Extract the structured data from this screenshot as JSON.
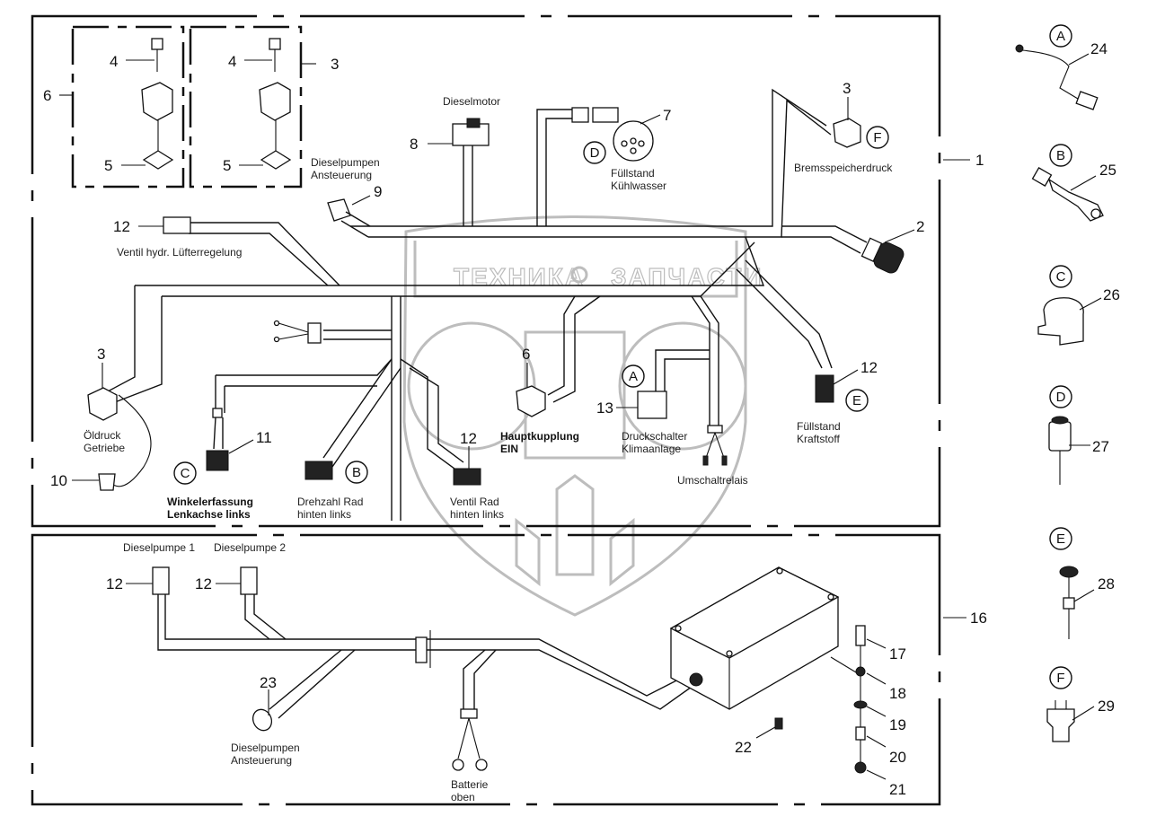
{
  "diagram": {
    "title": "Wiring harness diagram",
    "watermark": {
      "left": "ТЕХНИКА",
      "right": "ЗАПЧАСТИ",
      "logo": "ЭПФ"
    },
    "group_labels": {
      "main_harness": "1",
      "lower_harness": "16",
      "left_box": "6",
      "right_box": "3"
    },
    "callouts": {
      "c1": "1",
      "c2": "2",
      "c3_top": "3",
      "c3_brems": "3",
      "c3_oel": "3",
      "c4a": "4",
      "c4b": "4",
      "c5a": "5",
      "c5b": "5",
      "c6": "6",
      "c6_haupt": "6",
      "c7": "7",
      "c8": "8",
      "c9": "9",
      "c10": "10",
      "c11": "11",
      "c12_luefter": "12",
      "c12_ventil": "12",
      "c12_fuell": "12",
      "c12_dp1": "12",
      "c12_dp2": "12",
      "c13": "13",
      "c16": "16",
      "c17": "17",
      "c18": "18",
      "c19": "19",
      "c20": "20",
      "c21": "21",
      "c22": "22",
      "c23": "23",
      "c24": "24",
      "c25": "25",
      "c26": "26",
      "c27": "27",
      "c28": "28",
      "c29": "29"
    },
    "labels": {
      "dieselpumpen_top_1": "Dieselpumpen",
      "dieselpumpen_top_2": "Ansteuerung",
      "dieselmotor": "Dieselmotor",
      "fuellstand_kw_1": "Füllstand",
      "fuellstand_kw_2": "Kühlwasser",
      "bremsspeicher": "Bremsspeicherdruck",
      "luefter": "Ventil hydr. Lüfterregelung",
      "oeldruck_1": "Öldruck",
      "oeldruck_2": "Getriebe",
      "winkel_1": "Winkelerfassung",
      "winkel_2": "Lenkachse links",
      "drehzahl_1": "Drehzahl Rad",
      "drehzahl_2": "hinten links",
      "ventil_rad_1": "Ventil Rad",
      "ventil_rad_2": "hinten links",
      "haupt_1": "Hauptkupplung",
      "haupt_2": "EIN",
      "druck_1": "Druckschalter",
      "druck_2": "Klimaanlage",
      "umschalt": "Umschaltrelais",
      "fuellstand_kr_1": "Füllstand",
      "fuellstand_kr_2": "Kraftstoff",
      "dp1": "Dieselpumpe 1",
      "dp2": "Dieselpumpe 2",
      "dp_bottom_1": "Dieselpumpen",
      "dp_bottom_2": "Ansteuerung",
      "batterie_1": "Batterie",
      "batterie_2": "oben"
    },
    "letters": {
      "D_main": "D",
      "F_main": "F",
      "C_main": "C",
      "B_main": "B",
      "A_main": "A",
      "E_main": "E",
      "A_side": "A",
      "B_side": "B",
      "C_side": "C",
      "D_side": "D",
      "E_side": "E",
      "F_side": "F"
    }
  }
}
